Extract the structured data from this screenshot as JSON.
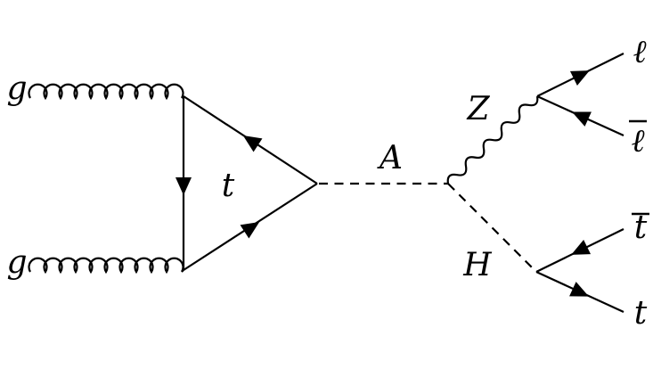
{
  "colors": {
    "background": "#ffffff",
    "line": "#000000"
  },
  "diagram_type": "feynman",
  "process": "gg to A (top loop), A to ZH, Z to leptons, H to top pair",
  "particles": {
    "incoming": [
      {
        "label": "g",
        "type": "gluon"
      },
      {
        "label": "g",
        "type": "gluon"
      }
    ],
    "loop": {
      "label": "t",
      "type": "fermion-loop"
    },
    "propagators": [
      {
        "label": "A",
        "type": "scalar-dashed"
      },
      {
        "label": "Z",
        "type": "boson-wavy"
      },
      {
        "label": "H",
        "type": "scalar-dashed"
      }
    ],
    "outgoing": [
      {
        "label": "ℓ",
        "overbar": false,
        "type": "fermion"
      },
      {
        "label": "ℓ",
        "overbar": true,
        "type": "antifermion"
      },
      {
        "label": "t",
        "overbar": true,
        "type": "antifermion"
      },
      {
        "label": "t",
        "overbar": false,
        "type": "fermion"
      }
    ]
  }
}
